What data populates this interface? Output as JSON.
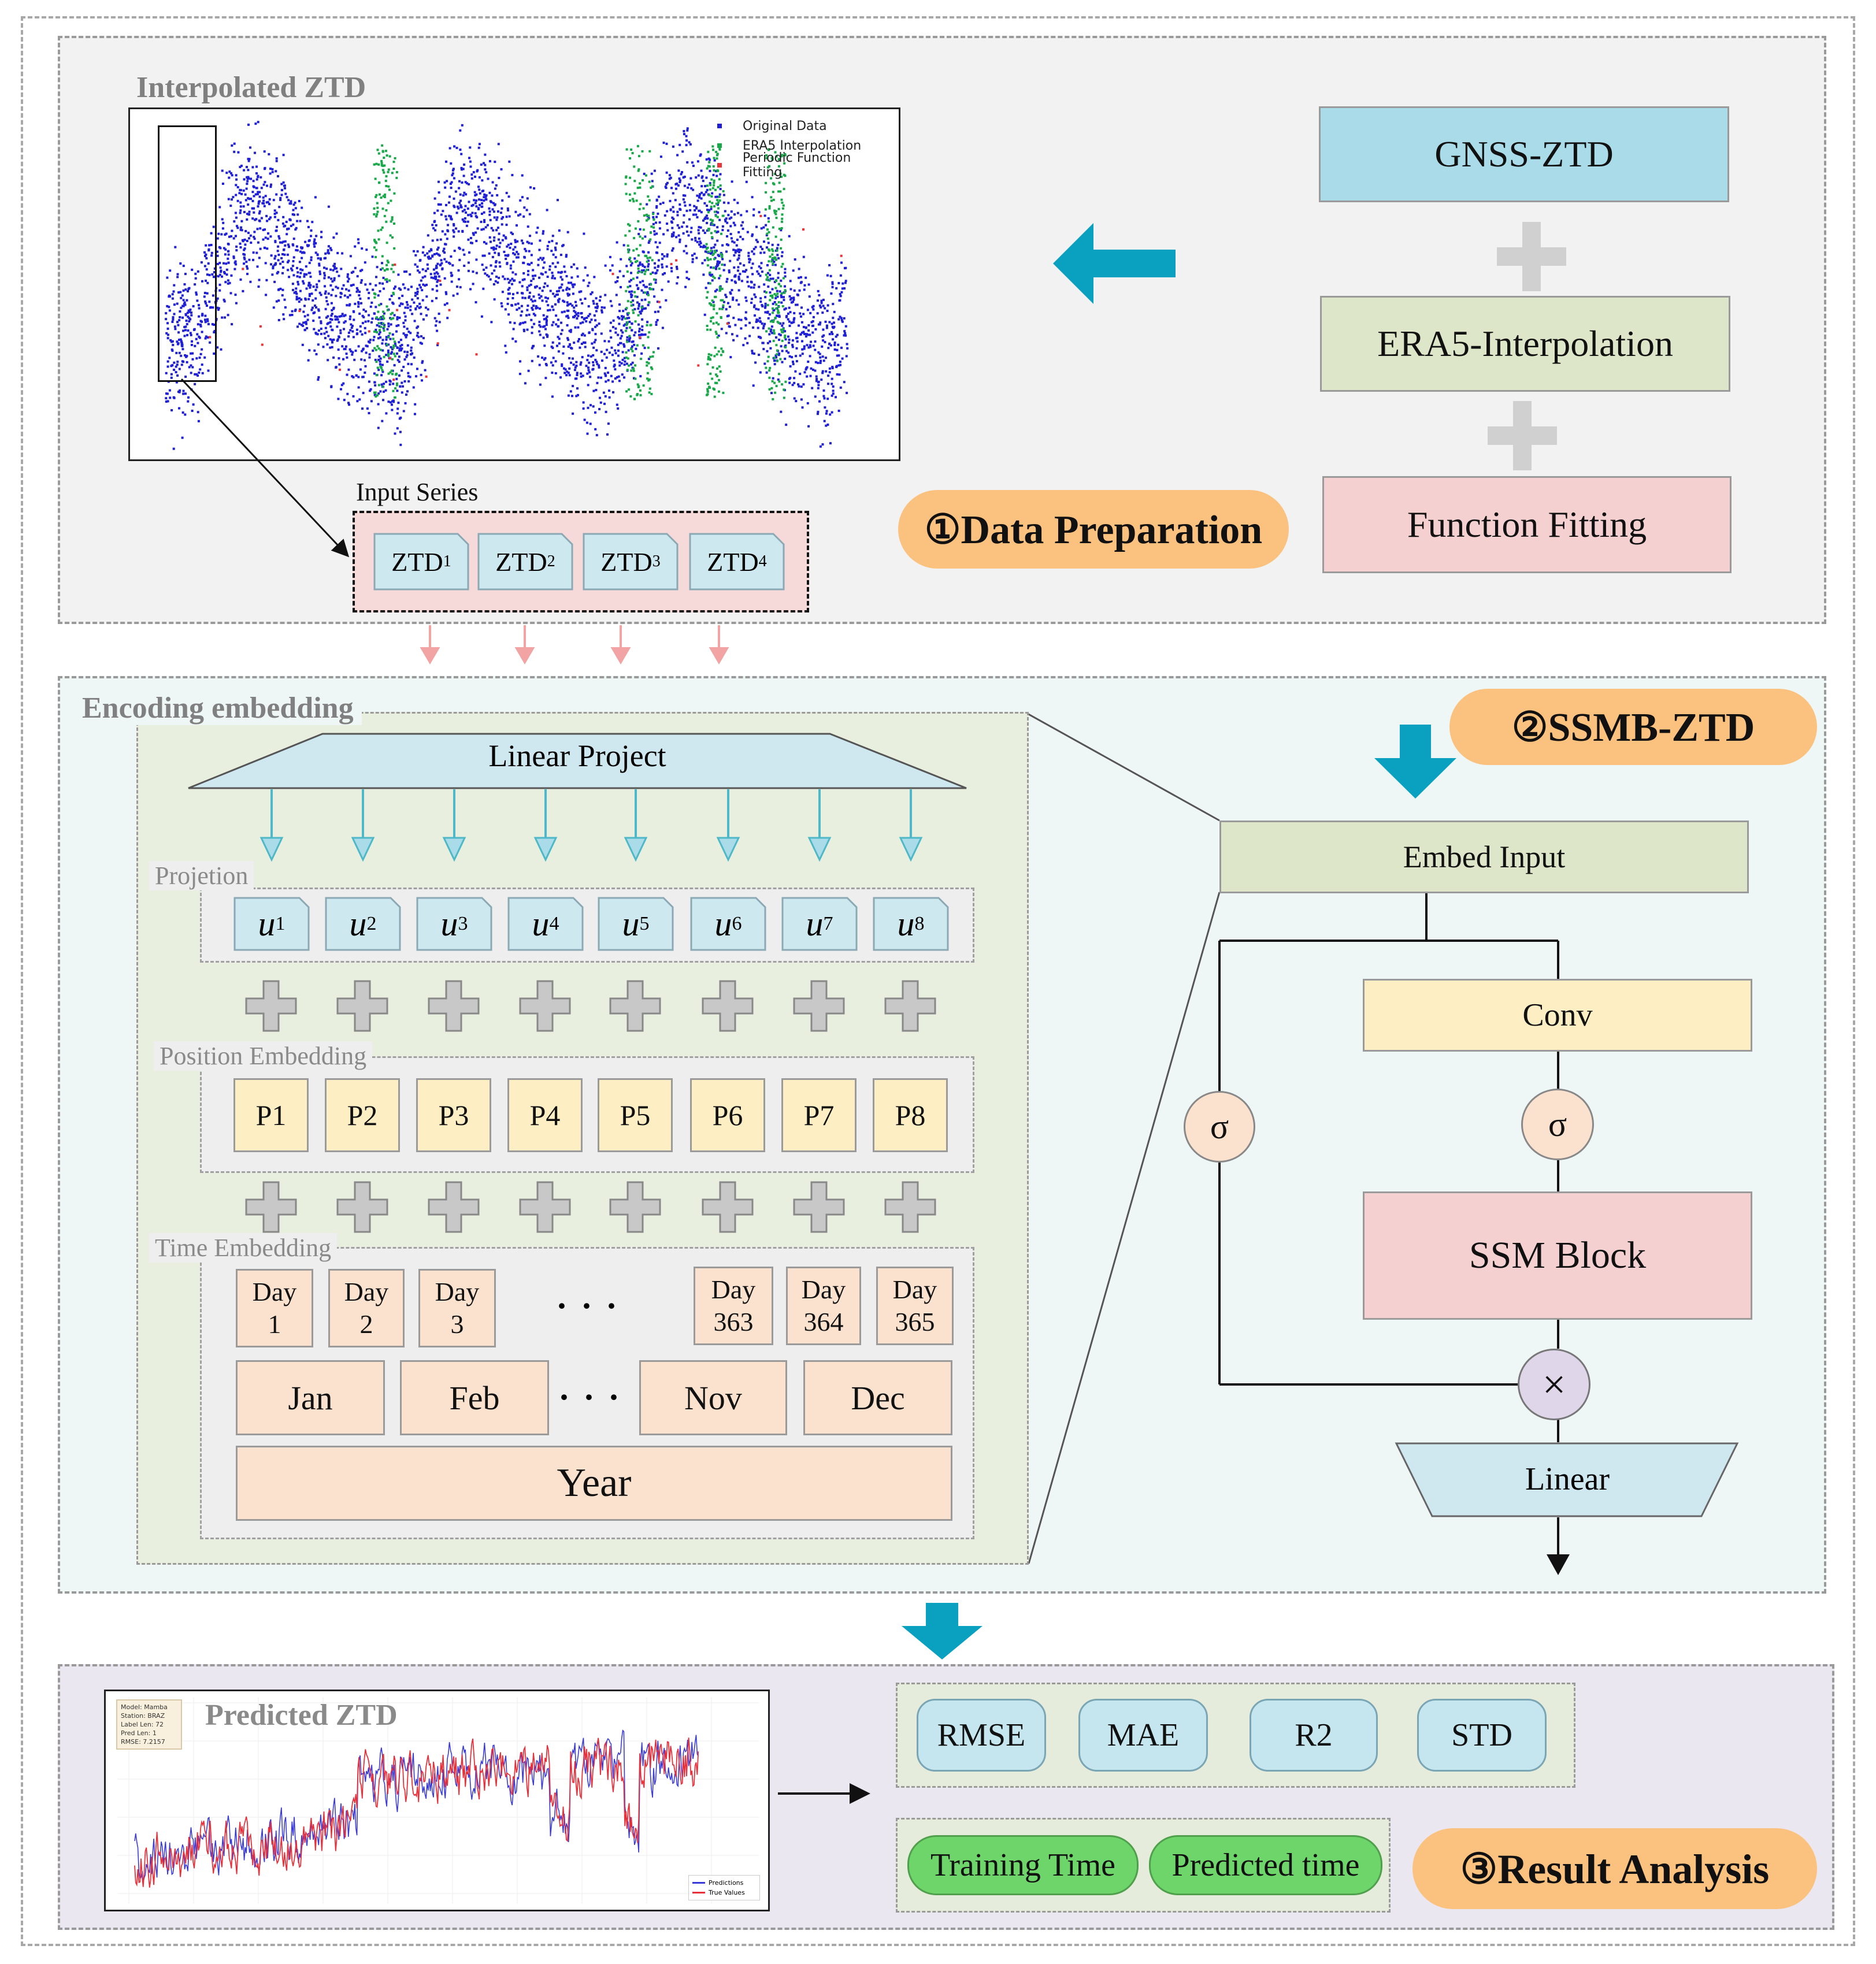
{
  "section1": {
    "chart_title": "Interpolated ZTD",
    "legend": [
      "Original Data",
      "ERA5 Interpolation",
      "Periodic Function Fitting"
    ],
    "input_series_label": "Input Series",
    "ztd_items": [
      "ZTD",
      "ZTD",
      "ZTD",
      "ZTD"
    ],
    "ztd_subs": [
      "1",
      "2",
      "3",
      "4"
    ],
    "sources": [
      "GNSS-ZTD",
      "ERA5-Interpolation",
      "Function Fitting"
    ],
    "badge": "①Data Preparation"
  },
  "section2": {
    "title": "Encoding embedding",
    "badge": "②SSMB-ZTD",
    "linear_project": "Linear Project",
    "projection_label": "Projetion",
    "u_items": [
      "u",
      "u",
      "u",
      "u",
      "u",
      "u",
      "u",
      "u"
    ],
    "u_subs": [
      "1",
      "2",
      "3",
      "4",
      "5",
      "6",
      "7",
      "8"
    ],
    "position_label": "Position Embedding",
    "p_items": [
      "P1",
      "P2",
      "P3",
      "P4",
      "P5",
      "P6",
      "P7",
      "P8"
    ],
    "time_label": "Time Embedding",
    "days": [
      [
        "Day",
        "1"
      ],
      [
        "Day",
        "2"
      ],
      [
        "Day",
        "3"
      ],
      [
        "Day",
        "363"
      ],
      [
        "Day",
        "364"
      ],
      [
        "Day",
        "365"
      ]
    ],
    "ellipsis": "· · ·",
    "months": [
      "Jan",
      "Feb",
      "Nov",
      "Dec"
    ],
    "year": "Year",
    "block": {
      "embed_input": "Embed Input",
      "conv": "Conv",
      "sigma": "σ",
      "ssm": "SSM Block",
      "multiply": "×",
      "linear": "Linear"
    }
  },
  "section3": {
    "chart_title": "Predicted ZTD",
    "info_box": [
      "Model: Mamba",
      "Station: BRAZ",
      "Label Len: 72",
      "Pred Len: 1",
      "RMSE: 7.2157"
    ],
    "legend": [
      "Predictions",
      "True Values"
    ],
    "metrics": [
      "RMSE",
      "MAE",
      "R2",
      "STD"
    ],
    "timings": [
      "Training Time",
      "Predicted time"
    ],
    "badge": "③Result Analysis"
  },
  "colors": {
    "data_blue": "#1f1fd6",
    "era5_green": "#19a84a",
    "fit_red": "#e8363a",
    "arrow_teal": "#0aa0c0",
    "badge_orange": "#fbc27f"
  }
}
